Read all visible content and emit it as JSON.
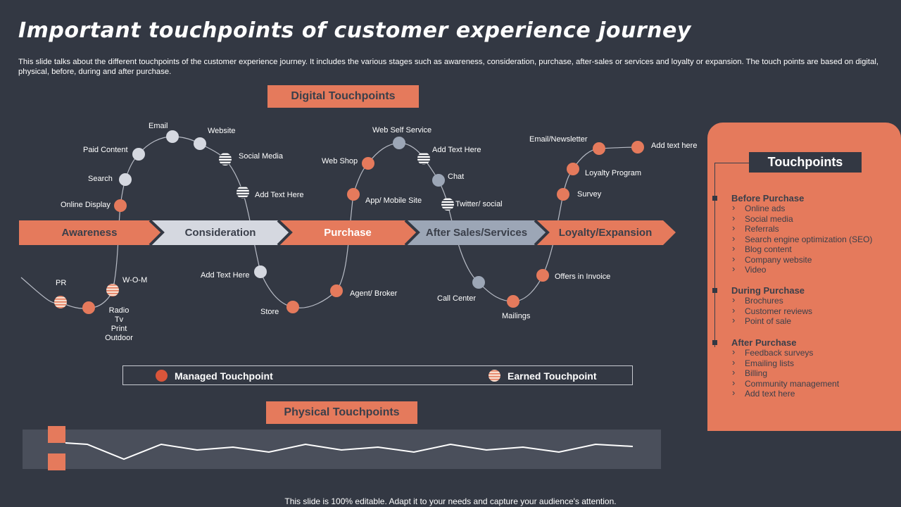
{
  "title": "Important touchpoints of customer experience journey",
  "description": "This slide talks about the different touchpoints of the customer experience journey. It includes the various stages such as awareness, consideration, purchase, after-sales or services and loyalty or expansion. The touch points are based on digital, physical, before, during and after purchase.",
  "digital_label": "Digital Touchpoints",
  "physical_label": "Physical Touchpoints",
  "colors": {
    "background": "#333843",
    "accent": "#e57a5c",
    "light": "#d5d8e0",
    "gray": "#9ca6b6"
  },
  "stages": [
    "Awareness",
    "Consideration",
    "Purchase",
    "After Sales/Services",
    "Loyalty/Expansion"
  ],
  "touchpoint_labels": {
    "online_display": "Online Display",
    "search": "Search",
    "paid_content": "Paid Content",
    "email": "Email",
    "website": "Website",
    "social_media": "Social Media",
    "add_text_1": "Add Text Here",
    "pr": "PR",
    "wom": "W-O-M",
    "radio": "Radio",
    "tv": "Tv",
    "print": "Print",
    "outdoor": "Outdoor",
    "add_text_2": "Add Text Here",
    "store": "Store",
    "agent_broker": "Agent/ Broker",
    "web_shop": "Web Shop",
    "web_self_service": "Web Self Service",
    "add_text_3": "Add Text Here",
    "chat": "Chat",
    "twitter": "Twitter/ social",
    "app_mobile": "App/ Mobile Site",
    "call_center": "Call Center",
    "mailings": "Mailings",
    "offers_invoice": "Offers in Invoice",
    "survey": "Survey",
    "loyalty_program": "Loyalty Program",
    "email_newsletter": "Email/Newsletter",
    "add_text_4": "Add text here"
  },
  "legend": {
    "managed": "Managed Touchpoint",
    "earned": "Earned Touchpoint"
  },
  "panel": {
    "heading": "Touchpoints",
    "groups": [
      {
        "title": "Before Purchase",
        "items": [
          "Online ads",
          "Social media",
          "Referrals",
          "Search engine optimization (SEO)",
          "Blog content",
          "Company website",
          "Video"
        ]
      },
      {
        "title": "During Purchase",
        "items": [
          "Brochures",
          "Customer reviews",
          "Point of sale"
        ]
      },
      {
        "title": "After Purchase",
        "items": [
          "Feedback surveys",
          "Emailing lists",
          "Billing",
          "Community management",
          "Add text here"
        ]
      }
    ]
  },
  "footer": "This slide is 100% editable. Adapt it to your needs and capture your audience's attention."
}
